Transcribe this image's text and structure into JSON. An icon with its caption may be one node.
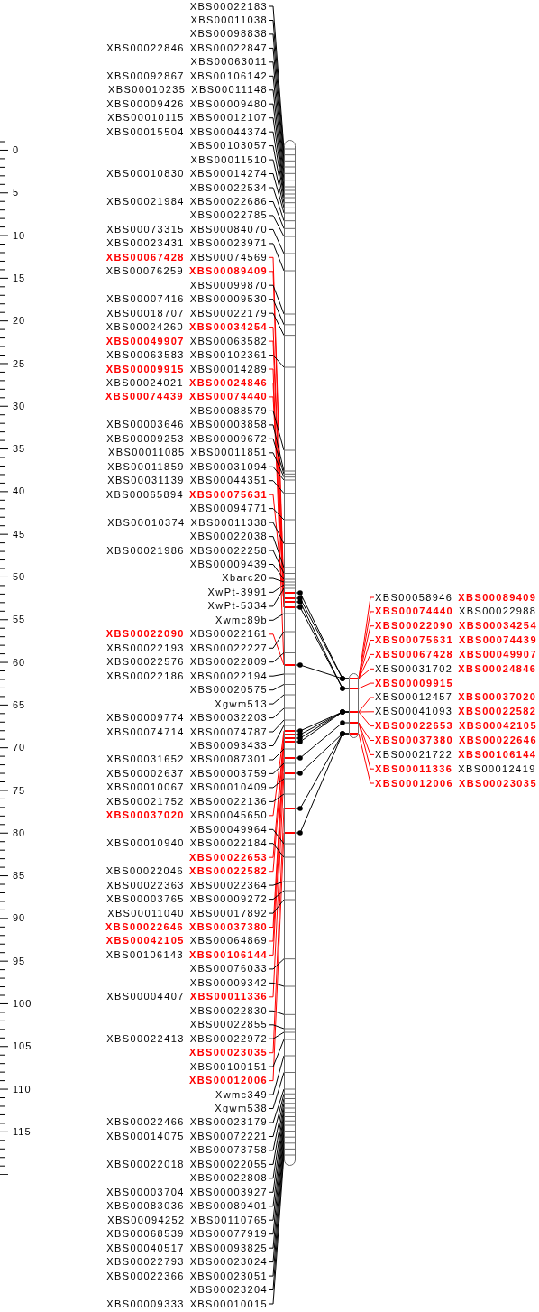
{
  "diagram": {
    "nodes": [
      {
        "text": [],
        "shape": "bar"
      },
      {
        "text": [],
        "shape": "bar"
      },
      {
        "text": [
          "XBS00022183"
        ]
      },
      {
        "text": [
          "XBS00011038"
        ]
      },
      {
        "text": [
          "XBS00098838"
        ]
      },
      {
        "text": [
          "XBS00022846 XBS00022847"
        ]
      },
      {
        "text": [
          "XBS00063011"
        ]
      },
      {
        "text": [
          "XBS00092867 XBS00106142"
        ]
      },
      {
        "text": [
          "XBS00010235 XBS00011148"
        ]
      },
      {
        "text": [
          "XBS00009426 XBS00009480"
        ]
      },
      {
        "text": [
          "XBS00010115 XBS00012107"
        ]
      },
      {
        "text": [
          "XBS00015504 XBS00044374"
        ]
      },
      {
        "text": [
          "XBS00103057"
        ]
      },
      {
        "text": [
          "XBS00011510"
        ]
      },
      {
        "text": [
          "XBS00010830 XBS00014274"
        ]
      },
      {
        "text": [
          "XBS00022534"
        ]
      },
      {
        "text": [
          "XBS00021984 XBS00022686"
        ]
      },
      {
        "text": [
          "XBS00022785"
        ]
      },
      {
        "text": [
          "XBS00073315 XBS00084070"
        ]
      },
      {
        "text": [
          "XBS00023431 XBS00023971"
        ]
      },
      {
        "text": [
          "**XBS00067428** XBS00074569"
        ]
      },
      {
        "text": [
          "XBS00076259 **XBS00089409**"
        ]
      },
      {
        "text": [
          "XBS00099870"
        ]
      },
      {
        "text": [
          "XBS00007416 XBS00009530"
        ]
      },
      {
        "text": [
          "XBS00018707 XBS00022179"
        ]
      },
      {
        "text": [
          "XBS00024260 **XBS00034254**"
        ]
      },
      {
        "text": [
          "**XBS00049907** XBS00063582"
        ]
      },
      {
        "text": [
          "XBS00063583 XBS00102361"
        ]
      },
      {
        "text": [
          "**XBS00009915** XBS00014289"
        ]
      },
      {
        "text": [
          "XBS00024021 **XBS00024846**"
        ]
      },
      {
        "text": [
          "**XBS00074439** **XBS00074440**"
        ]
      },
      {
        "text": [
          "XBS00088579"
        ]
      },
      {
        "text": [
          "XBS00003646 XBS00003858"
        ]
      },
      {
        "text": [
          "XBS00009253 XBS00009672"
        ]
      },
      {
        "text": [
          "XBS00011085 XBS00011851"
        ]
      },
      {
        "text": [
          "XBS00011859 XBS00031094"
        ]
      },
      {
        "text": [
          "XBS00031139 XBS00044351"
        ]
      },
      {
        "text": [
          "XBS00065894 **XBS00075631**"
        ]
      },
      {
        "text": [
          "XBS00094771"
        ]
      },
      {
        "text": [
          "XBS00010374 XBS00011338"
        ]
      },
      {
        "text": [
          "XBS00022038"
        ]
      },
      {
        "text": [
          "XBS00021986 XBS00022258"
        ]
      },
      {
        "text": [
          "XBS00009439"
        ]
      },
      {
        "text": [
          "Xbarc20"
        ]
      },
      {
        "text": [
          "XwPt-3991"
        ]
      },
      {
        "text": [
          "XwPt-5334"
        ]
      },
      {
        "text": [
          "Xwmc89b"
        ]
      },
      {
        "text": [
          "**XBS00022090** XBS00022161"
        ]
      },
      {
        "text": [
          "XBS00022193 XBS00022227"
        ]
      },
      {
        "text": [
          "XBS00022576 XBS00022809"
        ]
      },
      {
        "text": [
          "XBS00022186 XBS00022194"
        ]
      },
      {
        "text": [
          "XBS00020575"
        ]
      },
      {
        "text": [
          "Xgwm513"
        ]
      },
      {
        "text": [
          "XBS00009774 XBS00032203"
        ]
      },
      {
        "text": [
          "XBS00074714 XBS00074787"
        ]
      },
      {
        "text": [
          "XBS00093433"
        ]
      },
      {
        "text": [
          "XBS00031652 XBS00087301"
        ]
      },
      {
        "text": [
          "XBS00002637 XBS00003759"
        ]
      },
      {
        "text": [
          "XBS00010067 XBS00010409"
        ]
      },
      {
        "text": [
          "XBS00021752 XBS00022136"
        ]
      },
      {
        "text": [
          "**XBS00037020** XBS00045650"
        ]
      },
      {
        "text": [
          "XBS00049964"
        ]
      },
      {
        "text": [
          "XBS00010940 XBS00022184"
        ]
      },
      {
        "text": [
          "**XBS00022653**"
        ]
      },
      {
        "text": [
          "XBS00022046 **XBS00022582**"
        ]
      },
      {
        "text": [
          "XBS00022363 XBS00022364"
        ]
      },
      {
        "text": [
          "XBS00003765 XBS00009272"
        ]
      },
      {
        "text": [
          "XBS00011040 XBS00017892"
        ]
      },
      {
        "text": [
          "**XBS00022646** **XBS00037380**"
        ]
      },
      {
        "text": [
          "**XBS00042105** XBS00064869"
        ]
      },
      {
        "text": [
          "XBS00106143 **XBS00106144**"
        ]
      },
      {
        "text": [
          "XBS00076033"
        ]
      },
      {
        "text": [
          "XBS00009342"
        ]
      },
      {
        "text": [
          "XBS00004407 **XBS00011336**"
        ]
      },
      {
        "text": [
          "XBS00022830"
        ]
      },
      {
        "text": [
          "XBS00022855"
        ]
      },
      {
        "text": [
          "XBS00022413 XBS00022972"
        ]
      },
      {
        "text": [
          "**XBS00023035**"
        ]
      },
      {
        "text": [
          "XBS00100151"
        ]
      },
      {
        "text": [
          "**XBS00012006**"
        ]
      },
      {
        "text": [
          "Xwmc349"
        ]
      },
      {
        "text": [
          "Xgwm538"
        ]
      },
      {
        "text": [
          "XBS00022466 XBS00023179"
        ]
      },
      {
        "text": [
          "XBS00014075 XBS00072221"
        ]
      },
      {
        "text": [
          "XBS00073758"
        ]
      },
      {
        "text": [
          "XBS00022018 XBS00022055"
        ]
      },
      {
        "text": [
          "XBS00022808"
        ]
      },
      {
        "text": [
          "XBS00003704 XBS00003927"
        ]
      },
      {
        "text": [
          "XBS00083036 XBS00089401"
        ]
      },
      {
        "text": [
          "XBS00094252 XBS00110765"
        ]
      },
      {
        "text": [
          "XBS00068539 XBS00077919"
        ]
      },
      {
        "text": [
          "XBS00040517 XBS00093825"
        ]
      },
      {
        "text": [
          "XBS00022793 XBS00023024"
        ]
      },
      {
        "text": [
          "XBS00022366 XBS00023051"
        ]
      },
      {
        "text": [
          "XBS00023204"
        ]
      },
      {
        "text": [
          "XBS00009333 XBS00010015"
        ]
      },
      {
        "text": [
          "XBS00058946 **XBS00089409**"
        ]
      },
      {
        "text": [
          "**XBS00074440** XBS00022988"
        ]
      },
      {
        "text": [
          "**XBS00022090** **XBS00034254**"
        ]
      },
      {
        "text": [
          "**XBS00075631** **XBS00074439**"
        ]
      },
      {
        "text": [
          "**XBS00067428** **XBS00049907**"
        ]
      },
      {
        "text": [
          "XBS00031702 **XBS00024846**"
        ]
      },
      {
        "text": [
          "**XBS00009915**"
        ]
      },
      {
        "text": [
          "XBS00012457 **XBS00037020**"
        ]
      },
      {
        "text": [
          "XBS00041093 **XBS00022582**"
        ]
      },
      {
        "text": [
          "**XBS00022653** **XBS00042105**"
        ]
      },
      {
        "text": [
          "**XBS00037380** **XBS00022646**"
        ]
      },
      {
        "text": [
          "XBS00021722 **XBS00106144**"
        ]
      },
      {
        "text": [
          "**XBS00011336** XBS00012419"
        ]
      },
      {
        "text": [
          "**XBS00012006** **XBS00023035**"
        ]
      }
    ],
    "edges": [
      {
        "from": 2,
        "to": 0,
        "arrow": "none"
      },
      {
        "from": 3,
        "to": 0,
        "arrow": "none"
      },
      {
        "from": 4,
        "to": 0,
        "arrow": "none"
      },
      {
        "from": 5,
        "to": 0,
        "arrow": "none"
      },
      {
        "from": 6,
        "to": 0,
        "arrow": "none"
      },
      {
        "from": 7,
        "to": 0,
        "arrow": "none"
      },
      {
        "from": 8,
        "to": 0,
        "arrow": "none"
      },
      {
        "from": 9,
        "to": 0,
        "arrow": "none"
      },
      {
        "from": 10,
        "to": 0,
        "arrow": "none"
      },
      {
        "from": 11,
        "to": 0,
        "arrow": "none"
      },
      {
        "from": 12,
        "to": 0,
        "arrow": "none"
      },
      {
        "from": 13,
        "to": 0,
        "arrow": "none"
      },
      {
        "from": 14,
        "to": 0,
        "arrow": "none"
      },
      {
        "from": 15,
        "to": 0,
        "arrow": "none"
      },
      {
        "from": 16,
        "to": 0,
        "arrow": "none"
      },
      {
        "from": 17,
        "to": 0,
        "arrow": "none"
      },
      {
        "from": 18,
        "to": 0,
        "arrow": "none"
      },
      {
        "from": 19,
        "to": 0,
        "arrow": "none"
      },
      {
        "from": 20,
        "to": 0,
        "arrow": "none",
        "color": "#ff0000"
      },
      {
        "from": 21,
        "to": 0,
        "arrow": "none",
        "color": "#ff0000"
      },
      {
        "from": 22,
        "to": 0,
        "arrow": "none"
      },
      {
        "from": 23,
        "to": 0,
        "arrow": "none"
      },
      {
        "from": 24,
        "to": 0,
        "arrow": "none"
      },
      {
        "from": 25,
        "to": 0,
        "arrow": "none",
        "color": "#ff0000"
      },
      {
        "from": 26,
        "to": 0,
        "arrow": "none",
        "color": "#ff0000"
      },
      {
        "from": 27,
        "to": 0,
        "arrow": "none"
      },
      {
        "from": 28,
        "to": 0,
        "arrow": "none",
        "color": "#ff0000"
      },
      {
        "from": 29,
        "to": 0,
        "arrow": "none",
        "color": "#ff0000"
      },
      {
        "from": 30,
        "to": 0,
        "arrow": "none",
        "color": "#ff0000"
      },
      {
        "from": 31,
        "to": 0,
        "arrow": "none"
      },
      {
        "from": 32,
        "to": 0,
        "arrow": "none"
      },
      {
        "from": 33,
        "to": 0,
        "arrow": "none"
      },
      {
        "from": 34,
        "to": 0,
        "arrow": "none"
      },
      {
        "from": 35,
        "to": 0,
        "arrow": "none"
      },
      {
        "from": 36,
        "to": 0,
        "arrow": "none"
      },
      {
        "from": 37,
        "to": 0,
        "arrow": "none",
        "color": "#ff0000"
      },
      {
        "from": 38,
        "to": 0,
        "arrow": "none"
      },
      {
        "from": 39,
        "to": 0,
        "arrow": "none"
      },
      {
        "from": 40,
        "to": 0,
        "arrow": "none"
      },
      {
        "from": 41,
        "to": 0,
        "arrow": "none"
      },
      {
        "from": 42,
        "to": 0,
        "arrow": "none"
      },
      {
        "from": 43,
        "to": 0,
        "arrow": "none"
      },
      {
        "from": 44,
        "to": 0,
        "arrow": "none"
      },
      {
        "from": 45,
        "to": 0,
        "arrow": "none"
      },
      {
        "from": 46,
        "to": 0,
        "arrow": "none"
      },
      {
        "from": 47,
        "to": 0,
        "arrow": "none",
        "color": "#ff0000"
      },
      {
        "from": 48,
        "to": 0,
        "arrow": "none"
      },
      {
        "from": 49,
        "to": 0,
        "arrow": "none"
      },
      {
        "from": 50,
        "to": 0,
        "arrow": "none"
      },
      {
        "from": 51,
        "to": 0,
        "arrow": "none"
      },
      {
        "from": 52,
        "to": 0,
        "arrow": "none"
      },
      {
        "from": 53,
        "to": 0,
        "arrow": "none"
      },
      {
        "from": 54,
        "to": 0,
        "arrow": "none"
      },
      {
        "from": 55,
        "to": 0,
        "arrow": "none"
      },
      {
        "from": 56,
        "to": 0,
        "arrow": "none"
      },
      {
        "from": 57,
        "to": 0,
        "arrow": "none"
      },
      {
        "from": 58,
        "to": 0,
        "arrow": "none"
      },
      {
        "from": 59,
        "to": 0,
        "arrow": "none"
      },
      {
        "from": 60,
        "to": 0,
        "arrow": "none",
        "color": "#ff0000"
      },
      {
        "from": 61,
        "to": 0,
        "arrow": "none"
      },
      {
        "from": 62,
        "to": 0,
        "arrow": "none"
      },
      {
        "from": 63,
        "to": 0,
        "arrow": "none",
        "color": "#ff0000"
      },
      {
        "from": 64,
        "to": 0,
        "arrow": "none",
        "color": "#ff0000"
      },
      {
        "from": 65,
        "to": 0,
        "arrow": "none"
      },
      {
        "from": 66,
        "to": 0,
        "arrow": "none"
      },
      {
        "from": 67,
        "to": 0,
        "arrow": "none"
      },
      {
        "from": 68,
        "to": 0,
        "arrow": "none",
        "color": "#ff0000"
      },
      {
        "from": 69,
        "to": 0,
        "arrow": "none",
        "color": "#ff0000"
      },
      {
        "from": 70,
        "to": 0,
        "arrow": "none",
        "color": "#ff0000"
      },
      {
        "from": 71,
        "to": 0,
        "arrow": "none"
      },
      {
        "from": 72,
        "to": 0,
        "arrow": "none"
      },
      {
        "from": 73,
        "to": 0,
        "arrow": "none",
        "color": "#ff0000"
      },
      {
        "from": 74,
        "to": 0,
        "arrow": "none"
      },
      {
        "from": 75,
        "to": 0,
        "arrow": "none"
      },
      {
        "from": 76,
        "to": 0,
        "arrow": "none"
      },
      {
        "from": 77,
        "to": 0,
        "arrow": "none",
        "color": "#ff0000"
      },
      {
        "from": 78,
        "to": 0,
        "arrow": "none"
      },
      {
        "from": 79,
        "to": 0,
        "arrow": "none",
        "color": "#ff0000"
      },
      {
        "from": 80,
        "to": 0,
        "arrow": "none"
      },
      {
        "from": 81,
        "to": 0,
        "arrow": "none"
      },
      {
        "from": 82,
        "to": 0,
        "arrow": "none"
      },
      {
        "from": 83,
        "to": 0,
        "arrow": "none"
      },
      {
        "from": 84,
        "to": 0,
        "arrow": "none"
      },
      {
        "from": 85,
        "to": 0,
        "arrow": "none"
      },
      {
        "from": 86,
        "to": 0,
        "arrow": "none"
      },
      {
        "from": 87,
        "to": 0,
        "arrow": "none"
      },
      {
        "from": 88,
        "to": 0,
        "arrow": "none"
      },
      {
        "from": 89,
        "to": 0,
        "arrow": "none"
      },
      {
        "from": 90,
        "to": 0,
        "arrow": "none"
      },
      {
        "from": 91,
        "to": 0,
        "arrow": "none"
      },
      {
        "from": 92,
        "to": 0,
        "arrow": "none"
      },
      {
        "from": 93,
        "to": 0,
        "arrow": "none"
      },
      {
        "from": 94,
        "to": 0,
        "arrow": "none"
      },
      {
        "from": 95,
        "to": 0,
        "arrow": "none"
      },
      {
        "from": 96,
        "to": 1,
        "arrow": "none",
        "color": "#ff0000"
      },
      {
        "from": 97,
        "to": 1,
        "arrow": "none",
        "color": "#ff0000"
      },
      {
        "from": 98,
        "to": 1,
        "arrow": "none",
        "color": "#ff0000"
      },
      {
        "from": 99,
        "to": 1,
        "arrow": "none",
        "color": "#ff0000"
      },
      {
        "from": 100,
        "to": 1,
        "arrow": "none",
        "color": "#ff0000"
      },
      {
        "from": 101,
        "to": 1,
        "arrow": "none",
        "color": "#ff0000"
      },
      {
        "from": 102,
        "to": 1,
        "arrow": "none",
        "color": "#ff0000"
      },
      {
        "from": 103,
        "to": 1,
        "arrow": "none",
        "color": "#ff0000"
      },
      {
        "from": 104,
        "to": 1,
        "arrow": "none",
        "color": "#ff0000"
      },
      {
        "from": 105,
        "to": 1,
        "arrow": "none",
        "color": "#ff0000"
      },
      {
        "from": 106,
        "to": 1,
        "arrow": "none",
        "color": "#ff0000"
      },
      {
        "from": 107,
        "to": 1,
        "arrow": "none",
        "color": "#ff0000"
      },
      {
        "from": 108,
        "to": 1,
        "arrow": "none",
        "color": "#ff0000"
      },
      {
        "from": 109,
        "to": 1,
        "arrow": "none",
        "color": "#ff0000"
      },
      {
        "from": 0,
        "to": 1,
        "arrow": "other"
      },
      {
        "from": 0,
        "to": 1,
        "arrow": "other"
      },
      {
        "from": 0,
        "to": 1,
        "arrow": "other"
      },
      {
        "from": 0,
        "to": 1,
        "arrow": "other"
      },
      {
        "from": 0,
        "to": 1,
        "arrow": "other"
      },
      {
        "from": 0,
        "to": 1,
        "arrow": "other"
      },
      {
        "from": 0,
        "to": 1,
        "arrow": "other"
      },
      {
        "from": 0,
        "to": 1,
        "arrow": "other"
      },
      {
        "from": 0,
        "to": 1,
        "arrow": "other"
      },
      {
        "from": 0,
        "to": 1,
        "arrow": "other"
      },
      {
        "from": 0,
        "to": 1,
        "arrow": "other"
      },
      {
        "from": 0,
        "to": 1,
        "arrow": "other"
      },
      {
        "from": 0,
        "to": 1,
        "arrow": "other"
      }
    ],
    "labels": [
      "0",
      "5",
      "10",
      "15",
      "20",
      "25",
      "30",
      "35",
      "40",
      "45",
      "50",
      "55",
      "60",
      "65",
      "70",
      "75",
      "80",
      "85",
      "90",
      "95",
      "100",
      "105",
      "110",
      "115"
    ]
  }
}
